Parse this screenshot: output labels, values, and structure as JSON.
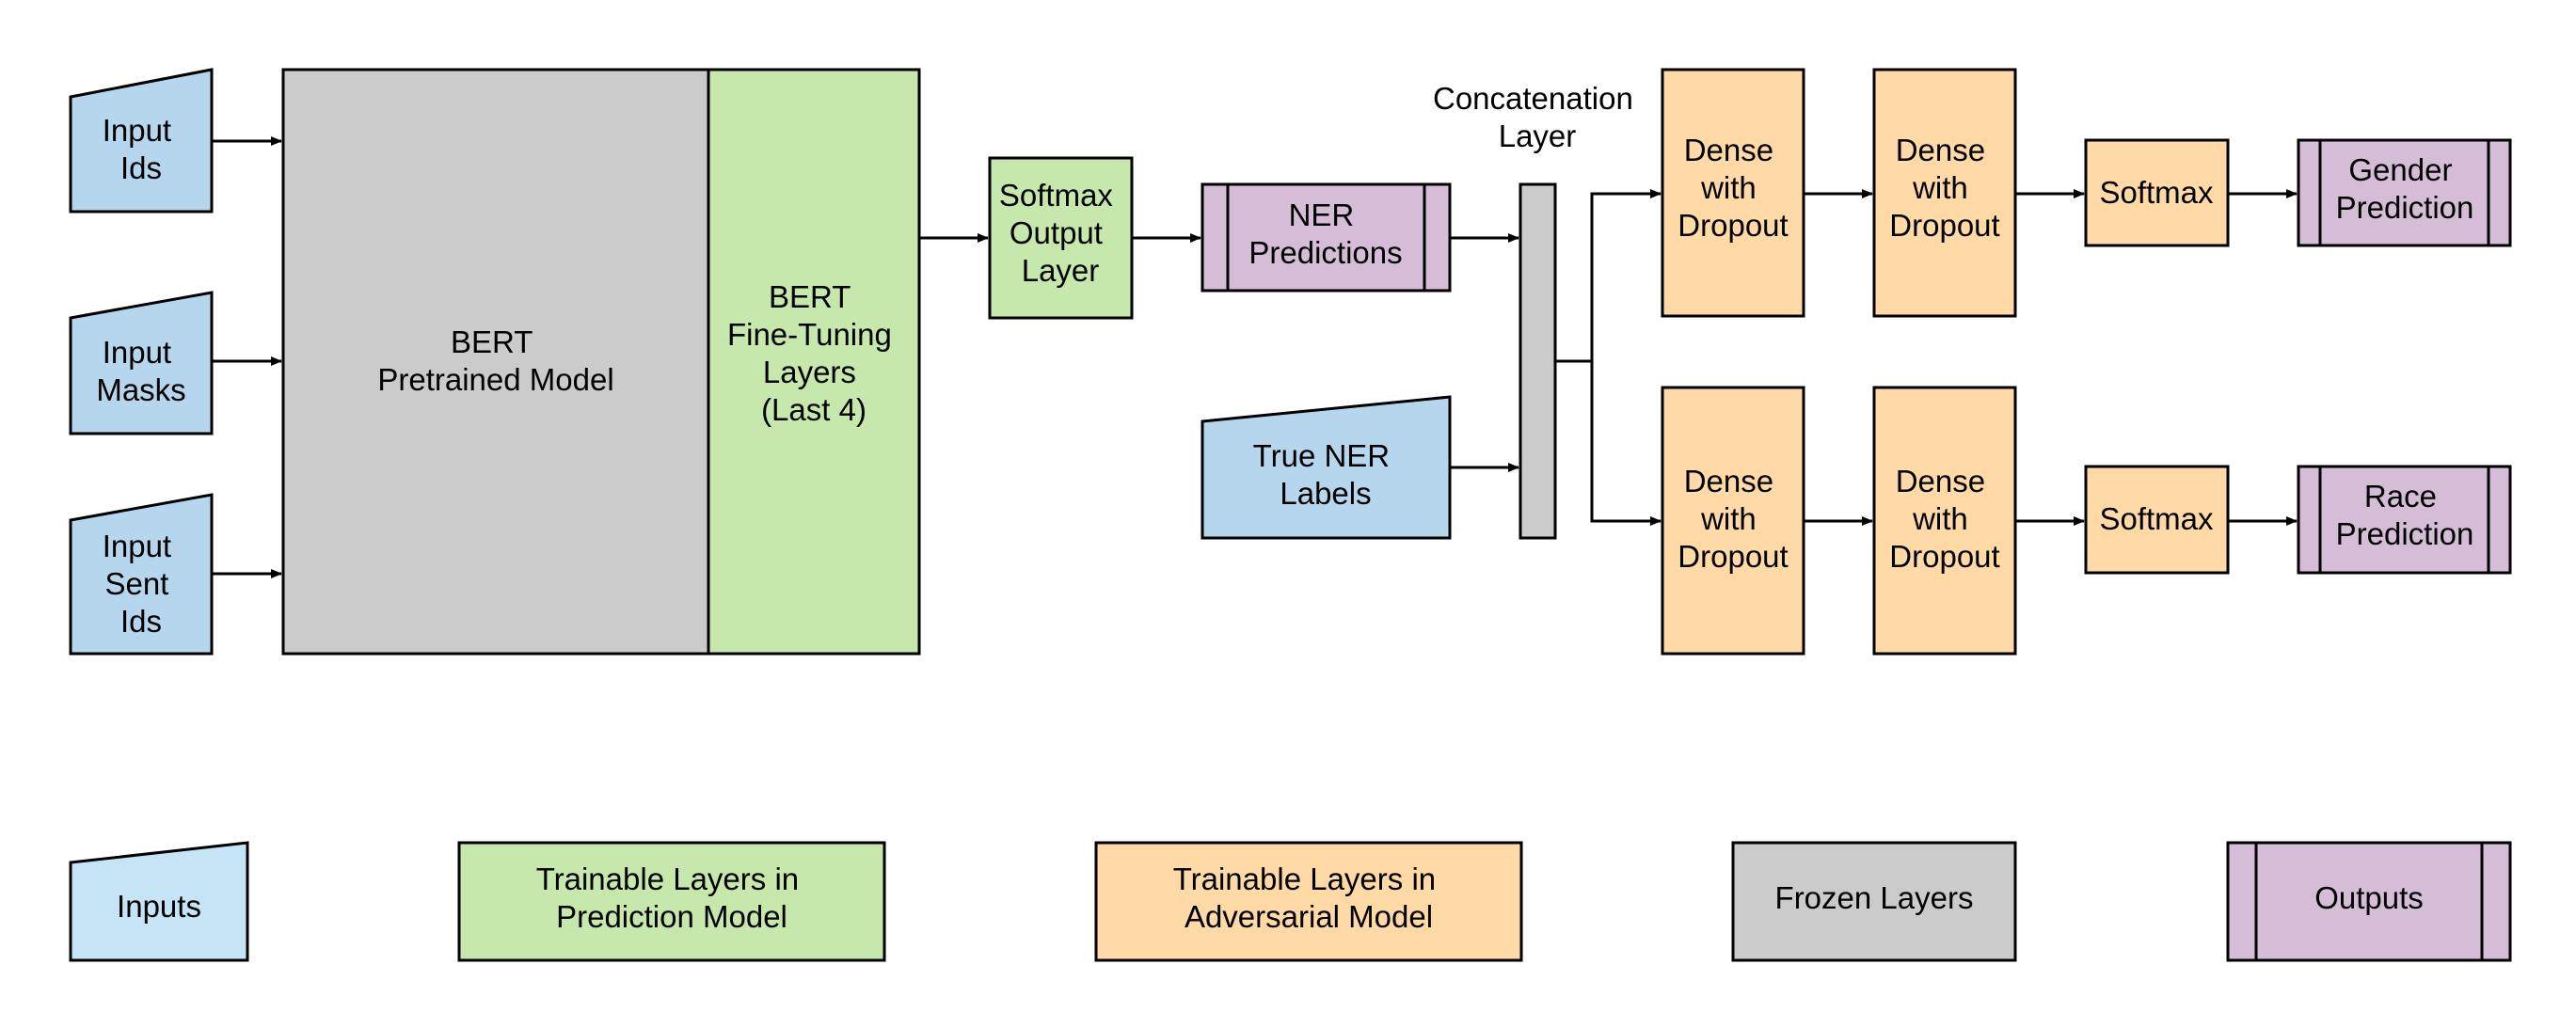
{
  "colors": {
    "input": "#b6d6ee",
    "legend_input": "#c5e4f6",
    "trainable_prediction": "#c6e8ac",
    "trainable_adversarial": "#ffdaa6",
    "frozen": "#cbcbcb",
    "output": "#d5bdd7"
  },
  "nodes": {
    "input_ids": [
      "Input",
      "Ids"
    ],
    "input_masks": [
      "Input",
      "Masks"
    ],
    "input_sent_ids": [
      "Input",
      "Sent",
      "Ids"
    ],
    "bert_pretrained": [
      "BERT",
      "Pretrained Model"
    ],
    "bert_finetuning": [
      "BERT",
      "Fine-Tuning",
      "Layers",
      "(Last 4)"
    ],
    "softmax_output_layer": [
      "Softmax",
      "Output",
      "Layer"
    ],
    "ner_predictions": [
      "NER",
      "Predictions"
    ],
    "true_ner_labels": [
      "True NER",
      "Labels"
    ],
    "concatenation_layer": [
      "Concatenation",
      "Layer"
    ],
    "dense_top_1": [
      "Dense",
      "with",
      "Dropout"
    ],
    "dense_top_2": [
      "Dense",
      "with",
      "Dropout"
    ],
    "softmax_top": [
      "Softmax"
    ],
    "gender_prediction": [
      "Gender",
      "Prediction"
    ],
    "dense_bottom_1": [
      "Dense",
      "with",
      "Dropout"
    ],
    "dense_bottom_2": [
      "Dense",
      "with",
      "Dropout"
    ],
    "softmax_bottom": [
      "Softmax"
    ],
    "race_prediction": [
      "Race",
      "Prediction"
    ]
  },
  "legend": {
    "inputs": [
      "Inputs"
    ],
    "trainable_prediction": [
      "Trainable Layers in",
      "Prediction Model"
    ],
    "trainable_adversarial": [
      "Trainable Layers in",
      "Adversarial Model"
    ],
    "frozen": [
      "Frozen Layers"
    ],
    "outputs": [
      "Outputs"
    ]
  }
}
